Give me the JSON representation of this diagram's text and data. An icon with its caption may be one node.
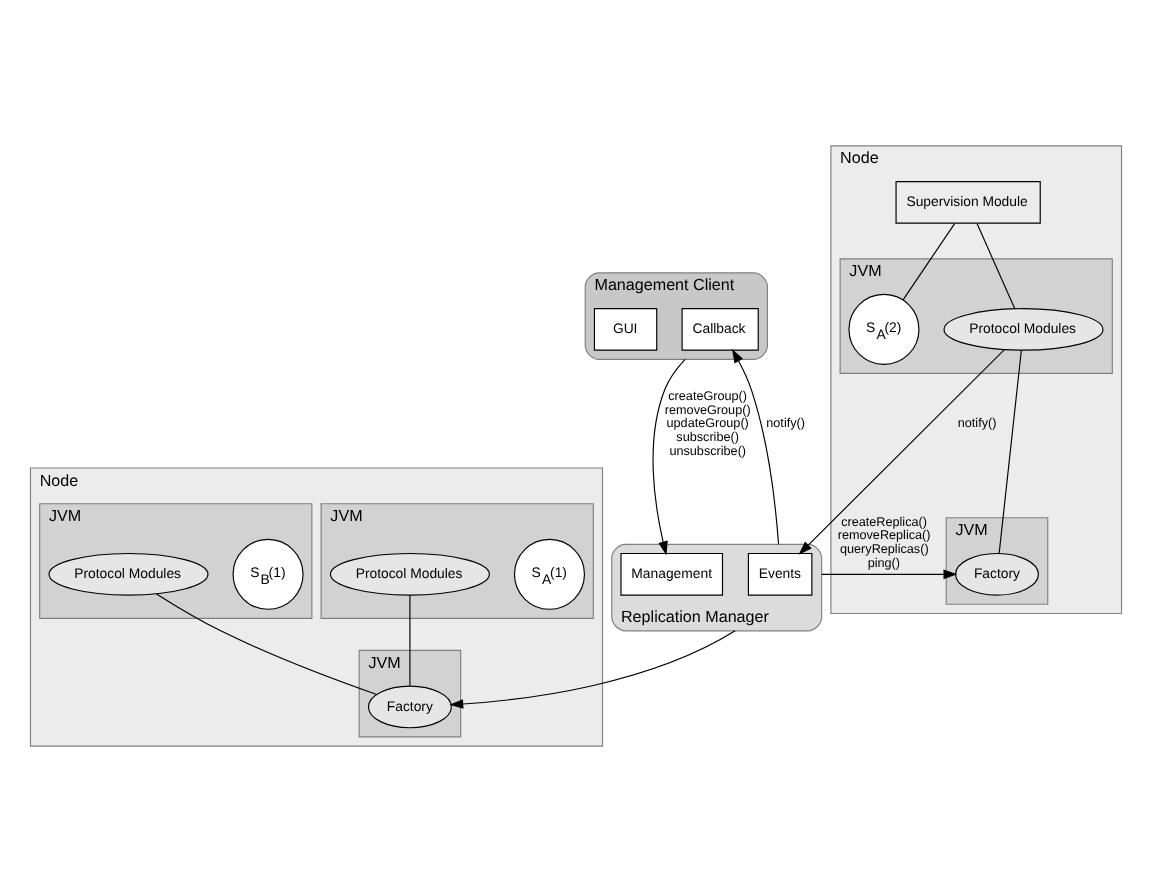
{
  "diagram": {
    "nodes": [
      {
        "text": [
          "Replication Manager"
        ]
      },
      {
        "text": [
          "Events"
        ],
        "in": 0
      },
      {
        "text": [
          "Management"
        ],
        "in": 0
      },
      {
        "text": [
          "Management Client"
        ]
      },
      {
        "text": [
          "Callback"
        ],
        "in": 3
      },
      {
        "text": [
          "GUI"
        ],
        "in": 3
      },
      {
        "text": [
          "Node"
        ]
      },
      {
        "text": [
          "JVM"
        ],
        "in": 6
      },
      {
        "text": [
          "S$_{A}$(2)"
        ],
        "in": 7
      },
      {
        "text": [
          "Protocol Modules"
        ],
        "in": 7
      },
      {
        "text": [
          "Supervision Module"
        ],
        "in": 6
      },
      {
        "text": [
          "JVM"
        ],
        "in": 6
      },
      {
        "text": [
          "Factory"
        ],
        "in": 11
      },
      {
        "text": [
          "Node"
        ]
      },
      {
        "text": [
          "JVM"
        ],
        "in": 13
      },
      {
        "text": [
          "S$_{A}$(1)"
        ],
        "in": 14
      },
      {
        "text": [
          "Protocol Modules"
        ],
        "in": 14
      },
      {
        "text": [
          "JVM"
        ],
        "in": 13
      },
      {
        "text": [
          "S$_{B}$(1)"
        ],
        "in": 17
      },
      {
        "text": [
          "Protocol Modules"
        ],
        "in": 17
      },
      {
        "text": [
          "JVM"
        ],
        "in": 13
      },
      {
        "text": [
          "Factory"
        ],
        "in": 20
      }
    ],
    "edges": [
      {
        "from": 3,
        "to": 2,
        "arrow": "to",
        "label": "createGroup() removeGroup() updateGroup() subscribe() unsubscribe()"
      },
      {
        "from": 0,
        "to": 4,
        "arrow": "to",
        "label": "notify()"
      },
      {
        "from": 9,
        "to": 1,
        "arrow": "to",
        "label": "notify()"
      },
      {
        "from": 0,
        "to": 12,
        "arrow": "to",
        "label": "createReplica() removeReplica() queryReplicas() ping()"
      },
      {
        "from": 0,
        "to": 21,
        "arrow": "to"
      },
      {
        "from": 9,
        "to": 12,
        "arrow": "none"
      },
      {
        "from": 10,
        "to": 8,
        "arrow": "none"
      },
      {
        "from": 10,
        "to": 9,
        "arrow": "none"
      },
      {
        "from": 16,
        "to": 21,
        "arrow": "none"
      },
      {
        "from": 19,
        "to": 21,
        "arrow": "none"
      }
    ]
  }
}
